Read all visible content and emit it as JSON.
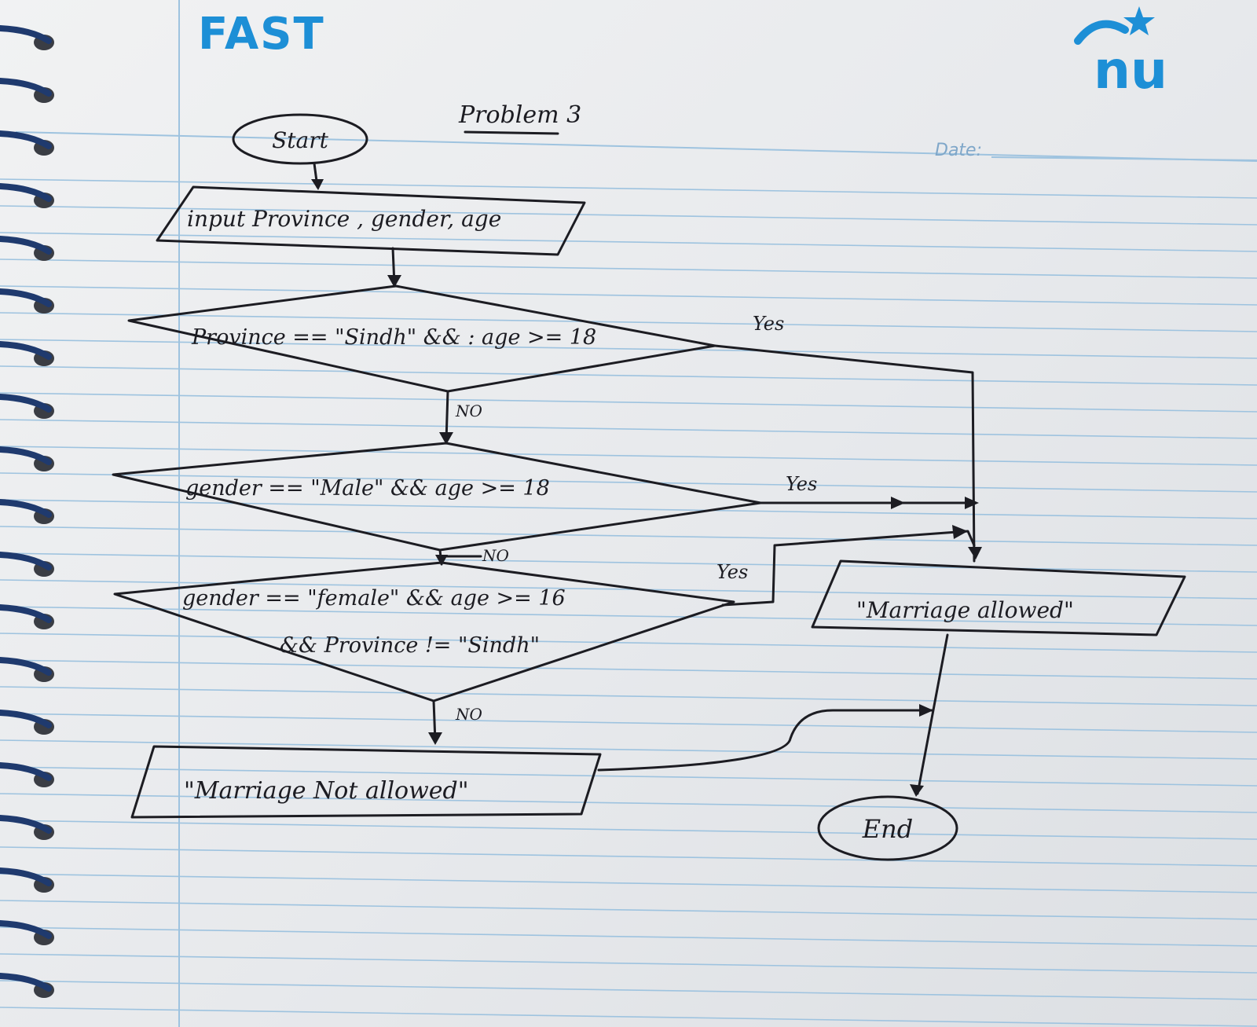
{
  "header": {
    "logo_left": "FAST",
    "logo_right": "nu",
    "date_label": "Date:"
  },
  "title": "Problem 3",
  "nodes": {
    "start": "Start",
    "input": "input Province , gender, age",
    "decision1": "Province == \"Sindh\" && : age >= 18",
    "decision2": "gender == \"Male\" && age >= 18",
    "decision3_line1": "gender == \"female\" && age >= 16",
    "decision3_line2": "&& Province != \"Sindh\"",
    "output_allowed": "\"Marriage allowed\"",
    "output_not_allowed": "\"Marriage Not allowed\"",
    "end": "End"
  },
  "edges": {
    "yes1": "Yes",
    "no1": "NO",
    "yes2": "Yes",
    "no2": "NO",
    "yes3": "Yes",
    "no3": "NO"
  },
  "colors": {
    "ink": "#1c1c22",
    "ruled_line": "#9ec3df",
    "margin_line": "#9ec3df",
    "brand_blue": "#1d8fd6",
    "spiral": "#1f3a6e"
  }
}
